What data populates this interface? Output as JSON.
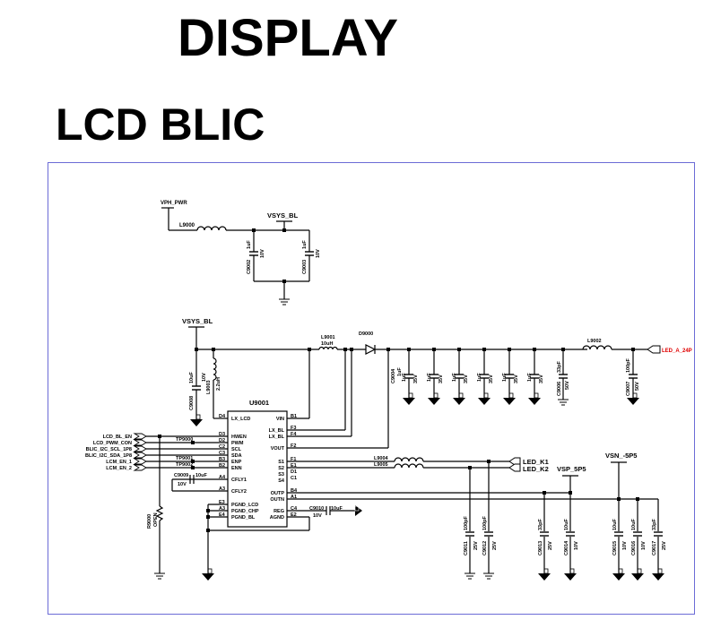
{
  "page": {
    "title": "DISPLAY",
    "section": "LCD BLIC",
    "frame_color": "#6b6bd6",
    "net_highlight_color": "#e00000"
  },
  "nets": {
    "vph_pwr": "VPH_PWR",
    "vsys_bl_top": "VSYS_BL",
    "vsys_bl_main": "VSYS_BL",
    "led_a": "LED_A_24P",
    "led_k1": "LED_K1",
    "led_k2": "LED_K2",
    "vsp": "VSP_5P5",
    "vsn": "VSN_-5P5"
  },
  "inputs": [
    {
      "name": "LCD_BL_EN",
      "pin": "D3",
      "signal": "HWEN"
    },
    {
      "name": "LCD_PWM_CON",
      "pin": "D2",
      "signal": "PWM",
      "tp": "TP9000"
    },
    {
      "name": "BLIC_I2C_SCL_1P8",
      "pin": "C2",
      "signal": "SCL"
    },
    {
      "name": "BLIC_I2C_SDA_1P8",
      "pin": "C3",
      "signal": "SDA"
    },
    {
      "name": "LCM_EN_1",
      "pin": "B3",
      "signal": "ENP",
      "tp": "TP9001"
    },
    {
      "name": "LCM_EN_2",
      "pin": "B2",
      "signal": "ENN",
      "tp": "TP9002"
    }
  ],
  "ic": {
    "ref": "U9001",
    "left_pins": [
      {
        "num": "D4",
        "name": "LX_LCD"
      },
      {
        "num": "D3",
        "name": "HWEN"
      },
      {
        "num": "D2",
        "name": "PWM"
      },
      {
        "num": "C2",
        "name": "SCL"
      },
      {
        "num": "C3",
        "name": "SDA"
      },
      {
        "num": "B3",
        "name": "ENP"
      },
      {
        "num": "B2",
        "name": "ENN"
      },
      {
        "num": "A4",
        "name": "CFLY1"
      },
      {
        "num": "A3",
        "name": "CFLY2"
      },
      {
        "num": "E3",
        "name": "PGND_LCD"
      },
      {
        "num": "A3",
        "name": "PGND_CHP"
      },
      {
        "num": "E4",
        "name": "PGND_BL"
      }
    ],
    "right_pins": [
      {
        "num": "B1",
        "name": "VIN"
      },
      {
        "num": "F3",
        "name": "LX_BL"
      },
      {
        "num": "F4",
        "name": "LX_BL"
      },
      {
        "num": "F2",
        "name": "VOUT"
      },
      {
        "num": "F1",
        "name": "S1"
      },
      {
        "num": "E1",
        "name": "S2"
      },
      {
        "num": "D1",
        "name": "S3"
      },
      {
        "num": "C1",
        "name": "S4"
      },
      {
        "num": "B4",
        "name": "OUTP"
      },
      {
        "num": "A1",
        "name": "OUTN"
      },
      {
        "num": "C4",
        "name": "REG"
      },
      {
        "num": "E2",
        "name": "AGND"
      }
    ]
  },
  "inductors": [
    {
      "ref": "L9000",
      "value": ""
    },
    {
      "ref": "L9001",
      "value": "10uH"
    },
    {
      "ref": "L9003",
      "value": "2.2uH"
    },
    {
      "ref": "L9002",
      "value": ""
    },
    {
      "ref": "L9004",
      "value": ""
    },
    {
      "ref": "L9005",
      "value": ""
    }
  ],
  "diode": {
    "ref": "D9000"
  },
  "resistor": {
    "ref": "R9000",
    "value": "OPEN"
  },
  "capacitors": {
    "c9002": {
      "ref": "C9002",
      "value": "1uF",
      "voltage": "10V"
    },
    "c9003": {
      "ref": "C9003",
      "value": "1uF",
      "voltage": "10V"
    },
    "c9008": {
      "ref": "C9008",
      "value": "10uF",
      "voltage": "10V"
    },
    "c9004": {
      "ref": "C9004",
      "value": "1uF",
      "voltage": ""
    },
    "c9005": {
      "ref": "",
      "value": "1uF",
      "voltage": "35V"
    },
    "c9020": {
      "ref": "",
      "value": "1uF",
      "voltage": "35V"
    },
    "c9021": {
      "ref": "",
      "value": "1uF",
      "voltage": "35V"
    },
    "c9030": {
      "ref": "",
      "value": "1uF",
      "voltage": "35V"
    },
    "c9031": {
      "ref": "",
      "value": "1uF",
      "voltage": "35V"
    },
    "c9032": {
      "ref": "",
      "value": "1uF",
      "voltage": "35V"
    },
    "c9006": {
      "ref": "C9006",
      "value": "33pF",
      "voltage": "50V"
    },
    "c9007": {
      "ref": "C9007",
      "value": "100pF",
      "voltage": "50V"
    },
    "c9009": {
      "ref": "C9009",
      "value": "10uF",
      "voltage": "10V"
    },
    "c9010": {
      "ref": "C9010",
      "value": "10uF",
      "voltage": "10V"
    },
    "c9011": {
      "ref": "C9011",
      "value": "100pF",
      "voltage": "25V"
    },
    "c9012": {
      "ref": "C9012",
      "value": "100pF",
      "voltage": "25V"
    },
    "c9013": {
      "ref": "C9013",
      "value": "33pF",
      "voltage": "25V"
    },
    "c9014": {
      "ref": "C9014",
      "value": "10uF",
      "voltage": "10V"
    },
    "c9015": {
      "ref": "C9015",
      "value": "10uF",
      "voltage": "10V"
    },
    "c9016": {
      "ref": "C9016",
      "value": "10uF",
      "voltage": "10V"
    },
    "c9017": {
      "ref": "C9017",
      "value": "33pF",
      "voltage": "25V"
    }
  }
}
